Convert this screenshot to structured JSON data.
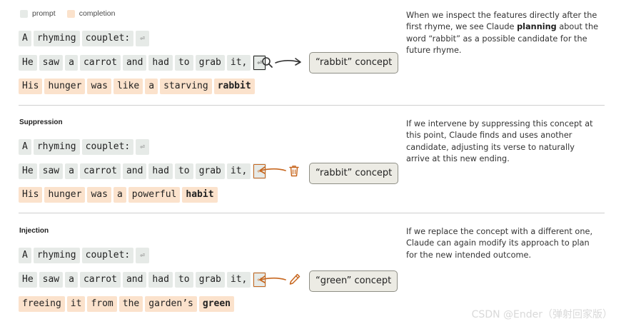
{
  "legend": {
    "prompt": "prompt",
    "completion": "completion"
  },
  "sections": [
    {
      "title": "",
      "line1": [
        "A",
        "rhyming",
        "couplet:",
        "⏎"
      ],
      "line2": [
        "He",
        "saw",
        "a",
        "carrot",
        "and",
        "had",
        "to",
        "grab",
        "it,",
        "⏎"
      ],
      "line3": [
        "His",
        "hunger",
        "was",
        "like",
        "a",
        "starving",
        "rabbit"
      ],
      "concept": "“rabbit” concept",
      "desc_pre": "When we inspect the features directly after the first rhyme, we see Claude ",
      "desc_bold": "planning",
      "desc_post": " about the word “rabbit” as a possible candidate for the future rhyme.",
      "action_icon": "magnifier-icon"
    },
    {
      "title": "Suppression",
      "line1": [
        "A",
        "rhyming",
        "couplet:",
        "⏎"
      ],
      "line2": [
        "He",
        "saw",
        "a",
        "carrot",
        "and",
        "had",
        "to",
        "grab",
        "it,",
        "⏎"
      ],
      "line3": [
        "His",
        "hunger",
        "was",
        "a",
        "powerful",
        "habit"
      ],
      "concept": "“rabbit” concept",
      "desc": "If we intervene by suppressing this concept at this point, Claude finds and uses another candidate, adjusting its verse to naturally arrive at this new ending.",
      "action_icon": "trash-icon"
    },
    {
      "title": "Injection",
      "line1": [
        "A",
        "rhyming",
        "couplet:",
        "⏎"
      ],
      "line2": [
        "He",
        "saw",
        "a",
        "carrot",
        "and",
        "had",
        "to",
        "grab",
        "it,",
        "⏎"
      ],
      "line3": [
        "freeing",
        "it",
        "from",
        "the",
        "garden’s",
        "green"
      ],
      "concept": "“green” concept",
      "desc": "If we replace the concept with a different one, Claude can again modify its approach to plan for the new intended outcome.",
      "action_icon": "pencil-icon"
    }
  ],
  "watermark": "CSDN @Ender（弹射回家版）",
  "colors": {
    "prompt": "#e6eae7",
    "completion": "#fbe2cc",
    "accent": "#c7661e",
    "concept_bg": "#ecebe4"
  }
}
